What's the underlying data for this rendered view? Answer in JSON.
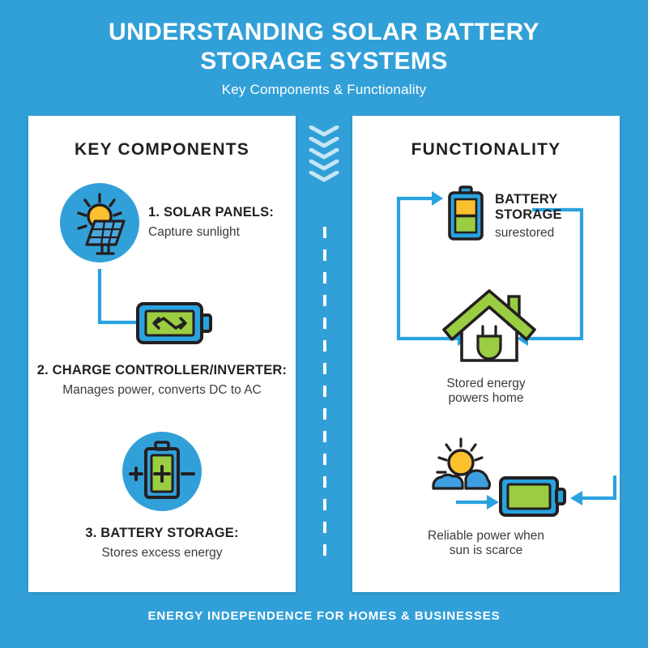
{
  "header": {
    "title_line1": "UNDERSTANDING SOLAR BATTERY",
    "title_line2": "STORAGE SYSTEMS",
    "subtitle": "Key Components & Functionality"
  },
  "left_panel": {
    "heading": "KEY COMPONENTS",
    "items": [
      {
        "title": "1. SOLAR PANELS:",
        "description": "Capture sunlight",
        "icon": "solar-panel-icon"
      },
      {
        "title": "2. CHARGE CONTROLLER/INVERTER:",
        "description": "Manages power, converts DC to AC",
        "icon": "inverter-icon"
      },
      {
        "title": "3. BATTERY STORAGE:",
        "description": "Stores excess energy",
        "icon": "battery-plus-minus-icon"
      }
    ]
  },
  "right_panel": {
    "heading": "FUNCTIONALITY",
    "battery_label_title": "BATTERY STORAGE",
    "battery_label_sub": "surestored",
    "caption_1_line1": "Stored energy",
    "caption_1_line2": "powers home",
    "caption_2_line1": "Reliable power when",
    "caption_2_line2": "sun is scarce",
    "icons": [
      "battery-vertical-icon",
      "house-plug-icon",
      "sun-cloud-icon",
      "battery-landscape-icon"
    ]
  },
  "divider": {
    "chevron_count": 5,
    "icon": "chevron-down-icon"
  },
  "footer": {
    "text": "ENERGY INDEPENDENCE FOR HOMES & BUSINESSES"
  },
  "colors": {
    "background_blue": "#32a0d8",
    "panel_white": "#ffffff",
    "arrow_blue": "#29a3e0",
    "icon_dark": "#231f20",
    "green": "#9acd42",
    "yellow": "#fbc02d",
    "icon_blue": "#29a3e0"
  }
}
